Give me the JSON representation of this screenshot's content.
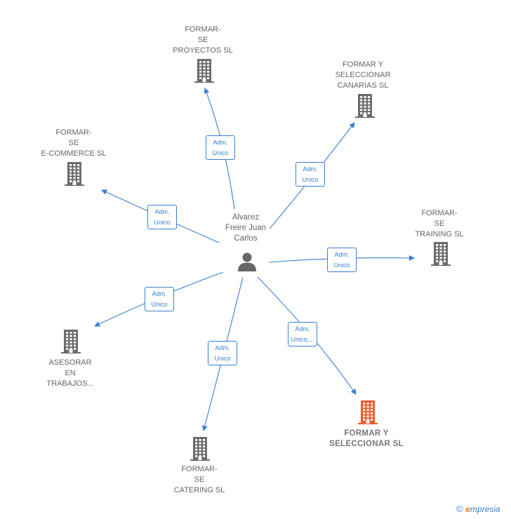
{
  "person": {
    "name": "Alvarez\nFreire Juan\nCarlos",
    "icon": "person-icon"
  },
  "companies": [
    {
      "id": "proyectos",
      "label": "FORMAR-\nSE\nPROYECTOS SL",
      "role": "Adm.\nUnico",
      "highlight": false
    },
    {
      "id": "canarias",
      "label": "FORMAR Y\nSELECCIONAR\nCANARIAS SL",
      "role": "Adm.\nUnico",
      "highlight": false
    },
    {
      "id": "ecommerce",
      "label": "FORMAR-\nSE\nE-COMMERCE SL",
      "role": "Adm.\nUnico",
      "highlight": false
    },
    {
      "id": "training",
      "label": "FORMAR-\nSE\nTRAINING SL",
      "role": "Adm.\nUnico",
      "highlight": false
    },
    {
      "id": "asesorar",
      "label": "ASESORAR\nEN\nTRABAJOS...",
      "role": "Adm.\nUnico",
      "highlight": false
    },
    {
      "id": "seleccionar",
      "label": "FORMAR Y\nSELECCIONAR SL",
      "role": "Adm.\nUnico,...",
      "highlight": true
    },
    {
      "id": "catering",
      "label": "FORMAR-\nSE\nCATERING SL",
      "role": "Adm.\nUnico",
      "highlight": false
    }
  ],
  "colors": {
    "edge": "#3b7fd0",
    "building": "#6b6b6b",
    "building_highlight": "#f05a28",
    "person": "#666666"
  },
  "footer": {
    "copyright": "©",
    "brand_e": "e",
    "brand_rest": "mpresia"
  }
}
